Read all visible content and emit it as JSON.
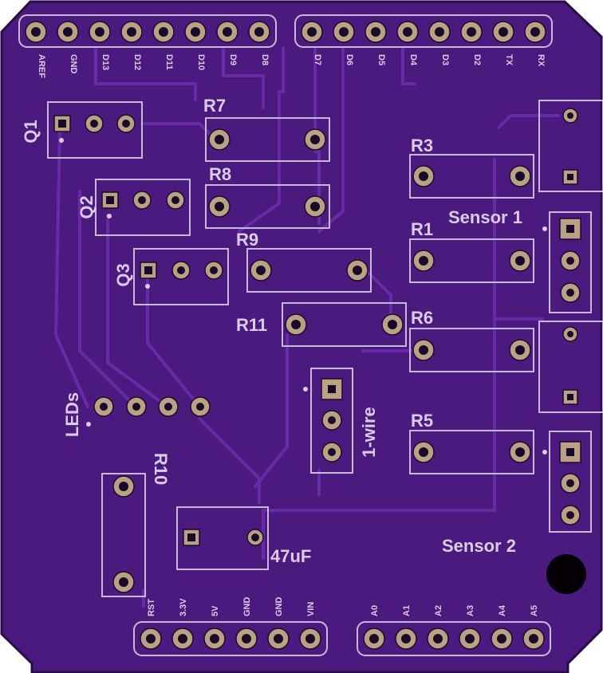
{
  "board": {
    "colors": {
      "pcb": "#4b1a7e",
      "edge": "#2a0d45",
      "silkscreen": "#d9cce8",
      "pad": "#b9a183",
      "trace": "#6a2aa8"
    }
  },
  "headers": {
    "digital_high": [
      "AREF",
      "GND",
      "D13",
      "D12",
      "D11",
      "D10",
      "D9",
      "D8"
    ],
    "digital_low": [
      "D7",
      "D6",
      "D5",
      "D4",
      "D3",
      "D2",
      "TX",
      "RX"
    ],
    "power": [
      "RST",
      "3.3V",
      "5V",
      "GND",
      "GND",
      "VIN"
    ],
    "analog": [
      "A0",
      "A1",
      "A2",
      "A3",
      "A4",
      "A5"
    ]
  },
  "labels": {
    "q1": "Q1",
    "q2": "Q2",
    "q3": "Q3",
    "r1": "R1",
    "r3": "R3",
    "r5": "R5",
    "r6": "R6",
    "r7": "R7",
    "r8": "R8",
    "r9": "R9",
    "r10": "R10",
    "r11": "R11",
    "sensor1": "Sensor 1",
    "sensor2": "Sensor 2",
    "leds": "LEDs",
    "onewire": "1-wire",
    "cap": "47uF"
  }
}
